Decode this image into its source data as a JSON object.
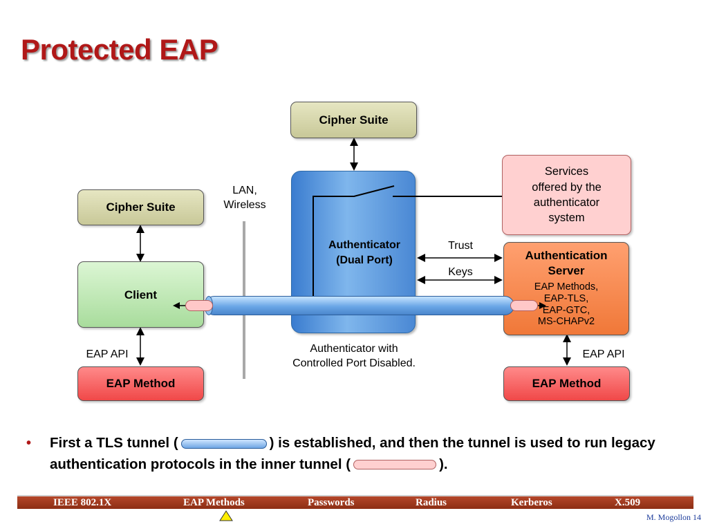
{
  "title": "Protected EAP",
  "cipher_suite_top": "Cipher Suite",
  "cipher_suite_left": "Cipher Suite",
  "lan_label": "LAN,\nWireless",
  "client_label": "Client",
  "authenticator_label": "Authenticator\n(Dual Port)",
  "services_label": "Services\noffered by the\nauthenticator\nsystem",
  "trust_label": "Trust",
  "keys_label": "Keys",
  "auth_server_title": "Authentication\nServer",
  "auth_server_methods": "EAP Methods,\nEAP-TLS,\nEAP-GTC,\nMS-CHAPv2",
  "eap_api_left": "EAP API",
  "eap_api_right": "EAP API",
  "eap_method_left": "EAP Method",
  "eap_method_right": "EAP Method",
  "controlled_port_note": "Authenticator with\nControlled Port Disabled.",
  "bullet": {
    "part1": "First a TLS tunnel (",
    "part2": ") is established, and then the tunnel is used to run legacy authentication protocols in the inner tunnel (",
    "part3": ")."
  },
  "footer": {
    "items": [
      "IEEE 802.1X",
      "EAP Methods",
      "Passwords",
      "Radius",
      "Kerberos",
      "X.509"
    ]
  },
  "author": "M. Mogollon 14",
  "colors": {
    "title_red": "#b01818",
    "cipher_suite": "#d8d8b0",
    "eap_method": "#f86060",
    "client": "#c0eab4",
    "authenticator_blue": "#5c9ce0",
    "services_pink": "#ffd0d0",
    "auth_server_orange": "#f88c50",
    "footer_bar": "#a03a1e"
  }
}
